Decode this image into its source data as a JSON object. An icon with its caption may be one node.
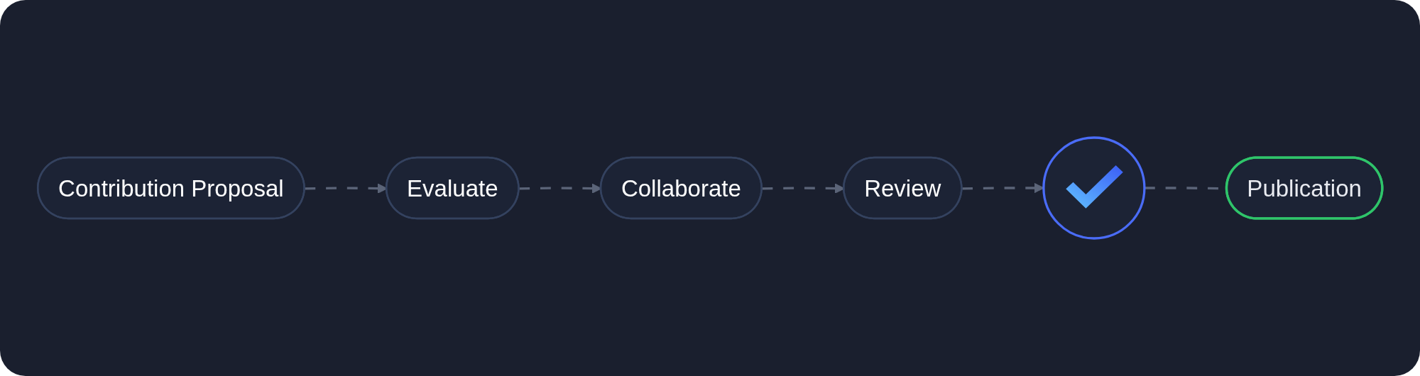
{
  "diagram": {
    "nodes": [
      {
        "text": [
          "Contribution Proposal"
        ]
      },
      {
        "text": [
          "Evaluate"
        ]
      },
      {
        "text": [
          "Collaborate"
        ]
      },
      {
        "text": [
          "Review"
        ]
      },
      {
        "text": [],
        "shape": "circle"
      },
      {
        "text": [
          "Publication"
        ]
      }
    ],
    "edges": [
      {
        "from": 0,
        "to": 1,
        "arrow": "to",
        "style": "dashed"
      },
      {
        "from": 1,
        "to": 2,
        "arrow": "to",
        "style": "dashed"
      },
      {
        "from": 2,
        "to": 3,
        "arrow": "to",
        "style": "dashed"
      },
      {
        "from": 3,
        "to": 4,
        "arrow": "to",
        "style": "dashed"
      },
      {
        "from": 4,
        "to": 5,
        "arrow": "none",
        "style": "dashed"
      }
    ]
  }
}
